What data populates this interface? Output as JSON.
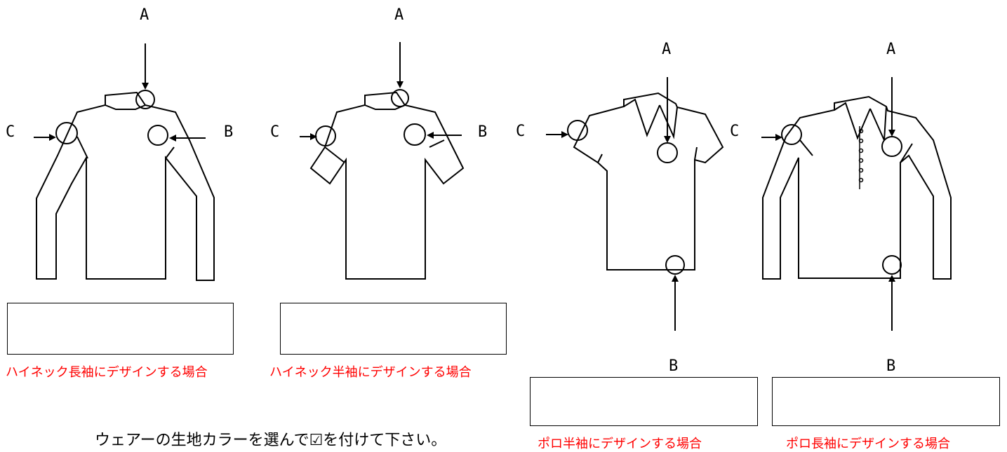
{
  "labels": {
    "a": "A",
    "b": "B",
    "c": "C"
  },
  "garments": [
    {
      "caption": "ハイネック長袖にデザインする場合"
    },
    {
      "caption": "ハイネック半袖にデザインする場合"
    },
    {
      "caption": "ポロ半袖にデザインする場合"
    },
    {
      "caption": "ポロ長袖にデザインする場合"
    }
  ],
  "instruction": "ウェアーの生地カラーを選んで☑を付けて下さい。",
  "colors": {
    "caption": "#ff0000",
    "line": "#000000"
  }
}
